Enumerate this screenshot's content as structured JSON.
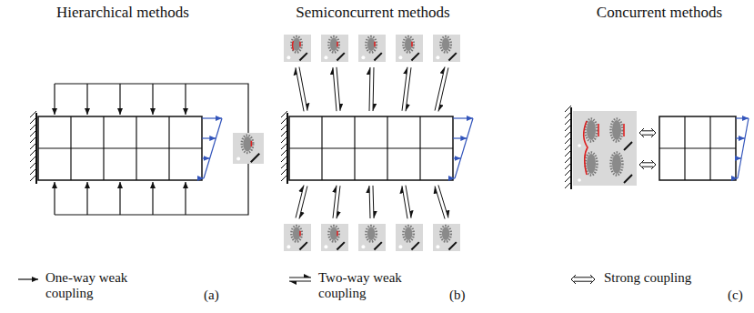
{
  "diagram": {
    "labels": [
      "Hierarchical methods",
      "Semiconcurrent methods",
      "Concurrent methods",
      "(a)",
      "(b)",
      "(c)"
    ],
    "legend": [
      {
        "text": "One-way weak coupling"
      },
      {
        "text": "Two-way weak coupling"
      },
      {
        "text": "Strong coupling"
      }
    ]
  }
}
